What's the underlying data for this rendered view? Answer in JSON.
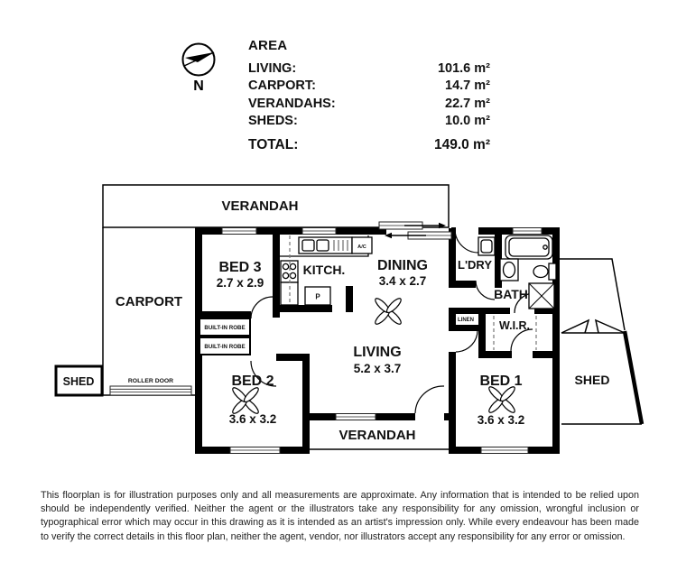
{
  "compass": {
    "north": "N"
  },
  "area_table": {
    "title": "AREA",
    "rows": [
      {
        "label": "LIVING:",
        "value": "101.6 m²"
      },
      {
        "label": "CARPORT:",
        "value": "14.7 m²"
      },
      {
        "label": "VERANDAHS:",
        "value": "22.7 m²"
      },
      {
        "label": "SHEDS:",
        "value": "10.0 m²"
      }
    ],
    "total": {
      "label": "TOTAL:",
      "value": "149.0 m²"
    }
  },
  "floorplan": {
    "verandah_top": "VERANDAH",
    "verandah_bottom": "VERANDAH",
    "carport": "CARPORT",
    "shed_left": "SHED",
    "shed_right": "SHED",
    "roller_door": "ROLLER DOOR",
    "bed3": {
      "name": "BED 3",
      "dims": "2.7 x 2.9"
    },
    "kitchen": {
      "name": "KITCH."
    },
    "dining": {
      "name": "DINING",
      "dims": "3.4 x 2.7"
    },
    "living": {
      "name": "LIVING",
      "dims": "5.2 x 3.7"
    },
    "bed2": {
      "name": "BED 2",
      "dims": "3.6 x 3.2"
    },
    "bed1": {
      "name": "BED 1",
      "dims": "3.6 x 3.2"
    },
    "ldry": "L'DRY",
    "bath": "BATH",
    "wir": "W.I.R.",
    "linen": "LINEN",
    "robe1": "BUILT-IN ROBE",
    "robe2": "BUILT-IN ROBE",
    "ac": "A/C",
    "pantry": "P"
  },
  "disclaimer": "This floorplan is for illustration purposes only and all measurements are approximate. Any information that is intended to be relied upon should be independently verified. Neither the agent or the illustrators take any responsibility for any omission, wrongful inclusion or typographical error which may occur in this drawing as it is intended as an artist's impression only. While every endeavour has been made to verify the correct details in this floor plan, neither the agent, vendor, nor illustrators accept any responsibility for any error or omission."
}
